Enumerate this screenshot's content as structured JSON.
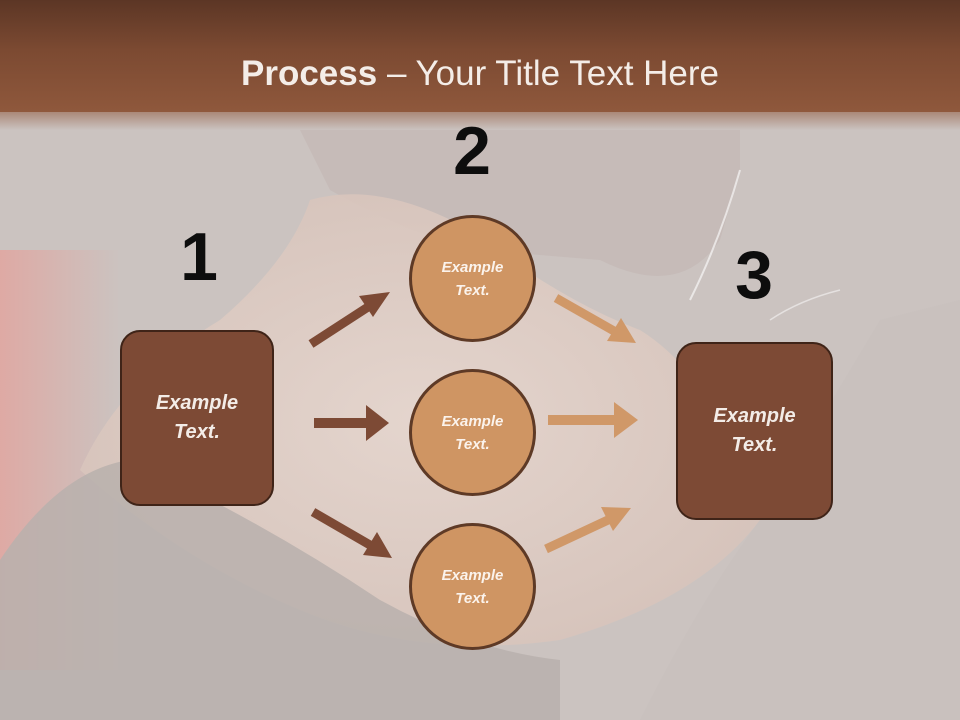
{
  "header": {
    "title_bold": "Process",
    "title_rest": " – Your Title Text Here"
  },
  "steps": [
    {
      "number": "1",
      "box_text": "Example Text."
    },
    {
      "number": "2",
      "circles": [
        "Example Text.",
        "Example Text.",
        "Example Text."
      ]
    },
    {
      "number": "3",
      "box_text": "Example Text."
    }
  ],
  "colors": {
    "header": "#7c4a32",
    "box_fill": "#7d4a35",
    "circle_fill": "#cf9563",
    "arrow_dark": "#7d4a35",
    "arrow_light": "#d09868",
    "background": "#cdc6c3"
  }
}
